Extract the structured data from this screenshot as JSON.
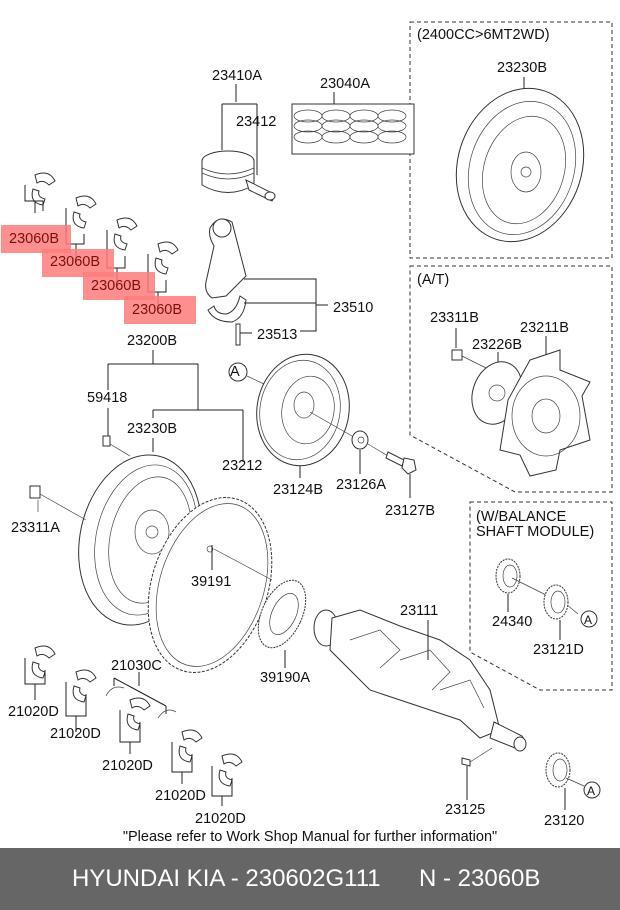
{
  "diagram": {
    "title": "Engine crankshaft, piston & flywheel parts diagram",
    "boxes": {
      "mt_box_title": "(2400CC>6MT2WD)",
      "at_box_title": "(A/T)",
      "balance_box_title_line1": "(W/BALANCE",
      "balance_box_title_line2": " SHAFT MODULE)"
    },
    "labels": {
      "piston_assy": "23410A",
      "piston_pin": "23412",
      "piston_ring_set": "23040A",
      "flywheel_mt": "23230B",
      "conrod_assy": "23510",
      "conrod_bolt": "23513",
      "flywheel_assy": "23200B",
      "dowel_pin": "59418",
      "flywheel": "23230B",
      "ring_gear": "23212",
      "flywheel_bolt": "23311A",
      "dowel_pin_small": "39191",
      "target_wheel": "39190A",
      "damper_pulley": "23124B",
      "washer": "23126A",
      "pulley_bolt": "23127B",
      "at_bolt": "23311B",
      "at_adapter_plate": "23226B",
      "drive_plate": "23211B",
      "balance_gear_1": "24340",
      "balance_gear_2": "23121D",
      "crankshaft": "23111",
      "thrust_washer": "21030C",
      "main_bearing": "21020D",
      "woodruff_key": "23125",
      "crank_sprocket": "23120",
      "circle_marker": "A"
    },
    "highlighted_part": "23060B",
    "highlighted_bearings": [
      "23060B",
      "23060B",
      "23060B",
      "23060B"
    ],
    "main_bearings": [
      "21020D",
      "21020D",
      "21020D",
      "21020D",
      "21020D"
    ],
    "highlight_color": "#ff7b7b",
    "note": "\"Please refer to Work Shop Manual for further information\""
  },
  "footer": {
    "brand": "HYUNDAI  KIA - 230602G111",
    "part_no": "N - 23060B",
    "background": "#666666"
  }
}
